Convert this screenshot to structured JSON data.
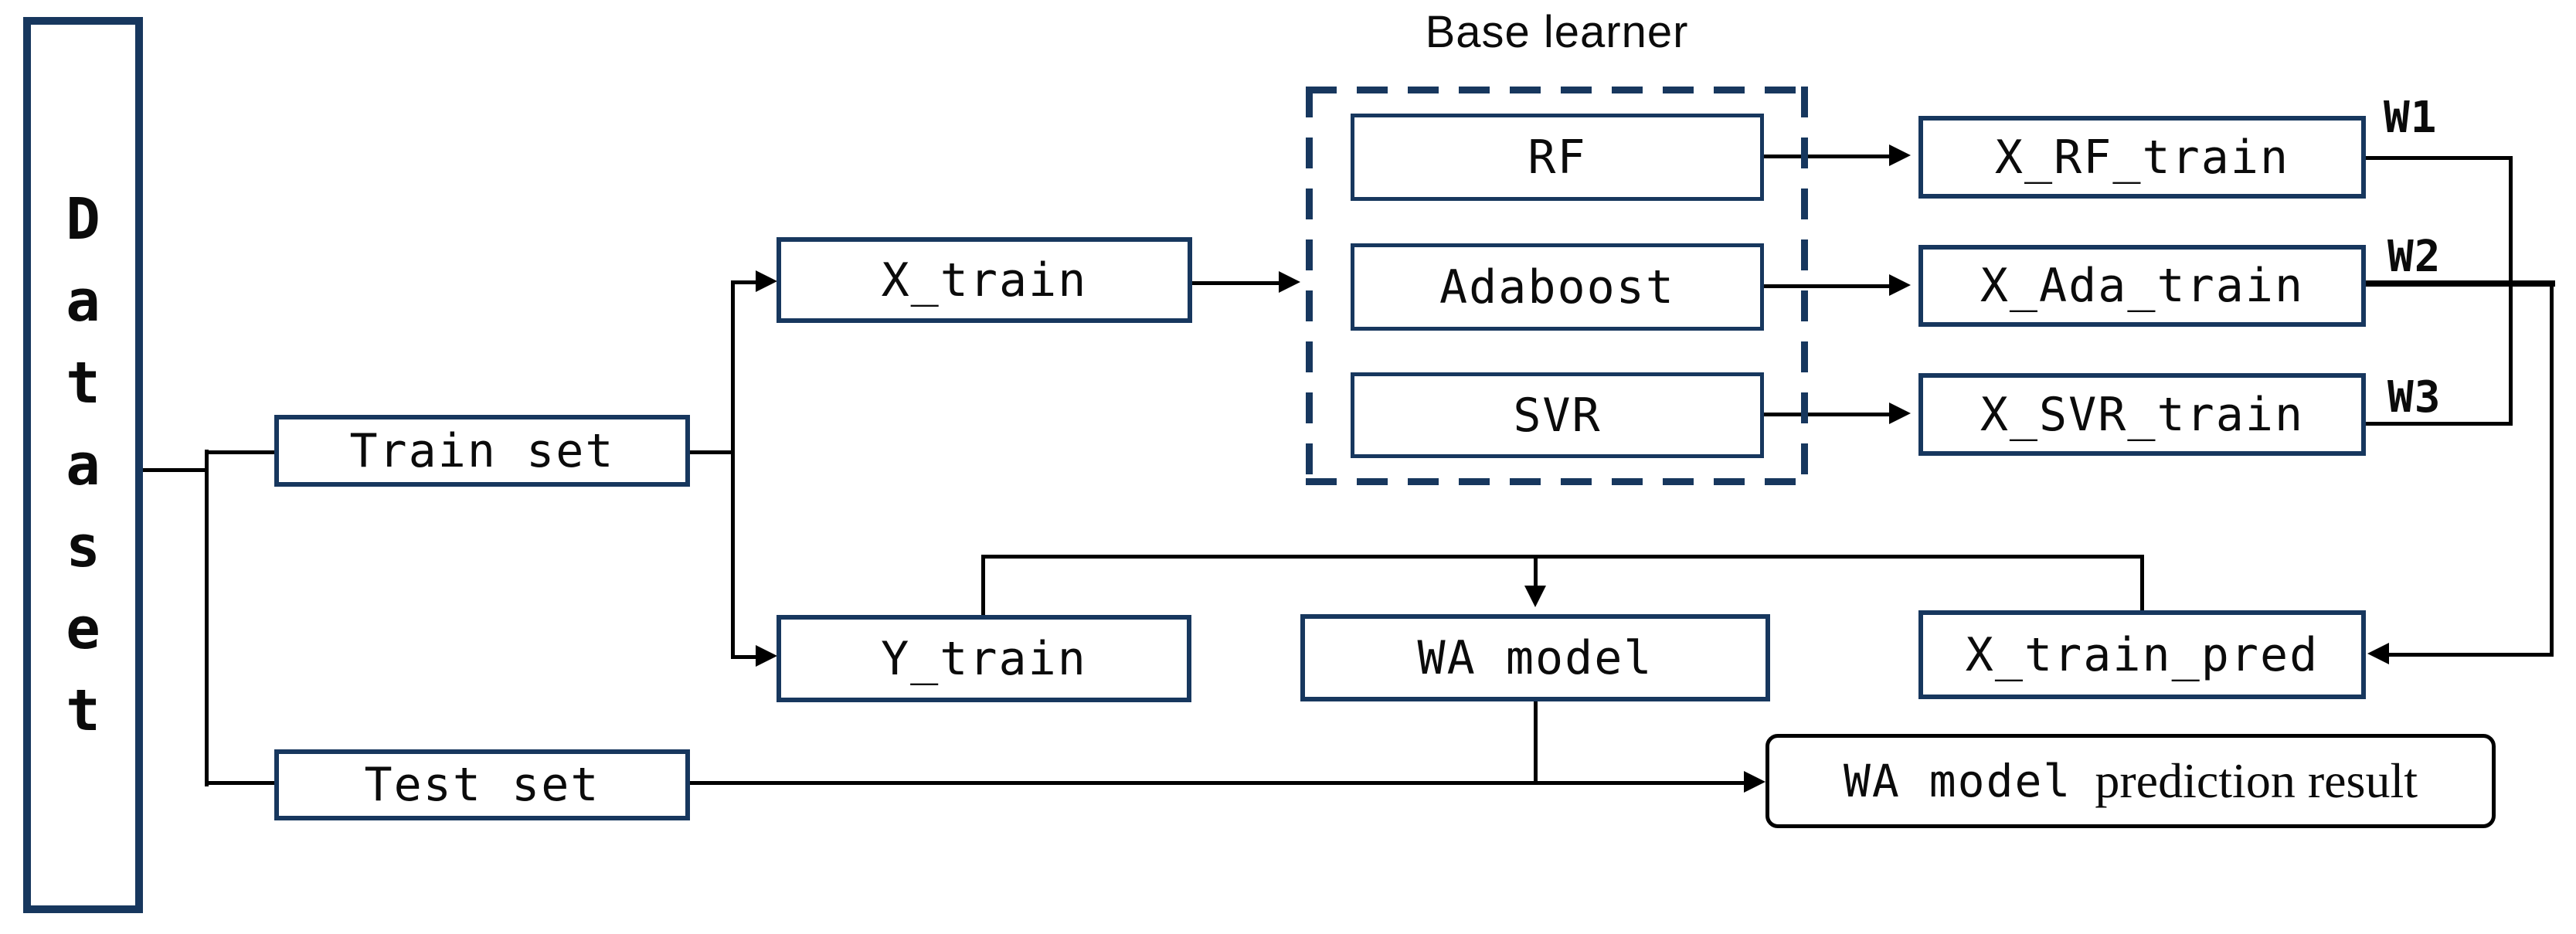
{
  "diagram": {
    "title": "Base learner",
    "nodes": {
      "dataset": {
        "label": "Dataset"
      },
      "train_set": {
        "label": "Train set"
      },
      "test_set": {
        "label": "Test set"
      },
      "x_train": {
        "label": "X_train"
      },
      "y_train": {
        "label": "Y_train"
      },
      "rf": {
        "label": "RF"
      },
      "adaboost": {
        "label": "Adaboost"
      },
      "svr": {
        "label": "SVR"
      },
      "x_rf_train": {
        "label": "X_RF_train"
      },
      "x_ada_train": {
        "label": "X_Ada_train"
      },
      "x_svr_train": {
        "label": "X_SVR_train"
      },
      "wa_model": {
        "label": "WA model"
      },
      "x_train_pred": {
        "label": "X_train_pred"
      },
      "result": {
        "label_model": "WA model",
        "label_rest": "prediction result"
      }
    },
    "weights": {
      "w1": "W1",
      "w2": "W2",
      "w3": "W3"
    },
    "edges": [
      {
        "from": "dataset",
        "to": "train_set"
      },
      {
        "from": "dataset",
        "to": "test_set"
      },
      {
        "from": "train_set",
        "to": "x_train"
      },
      {
        "from": "train_set",
        "to": "y_train"
      },
      {
        "from": "x_train",
        "to": "base_learner_group"
      },
      {
        "from": "rf",
        "to": "x_rf_train"
      },
      {
        "from": "adaboost",
        "to": "x_ada_train"
      },
      {
        "from": "svr",
        "to": "x_svr_train"
      },
      {
        "from": "x_rf_train",
        "to": "x_train_pred",
        "label": "W1"
      },
      {
        "from": "x_ada_train",
        "to": "x_train_pred",
        "label": "W2"
      },
      {
        "from": "x_svr_train",
        "to": "x_train_pred",
        "label": "W3"
      },
      {
        "from": "y_train",
        "to": "wa_model"
      },
      {
        "from": "x_train_pred",
        "to": "wa_model"
      },
      {
        "from": "wa_model",
        "to": "result"
      },
      {
        "from": "test_set",
        "to": "result"
      }
    ],
    "colors": {
      "box_border": "#17375e",
      "line": "#000000",
      "background": "#ffffff",
      "text": "#0b0b0b"
    }
  }
}
